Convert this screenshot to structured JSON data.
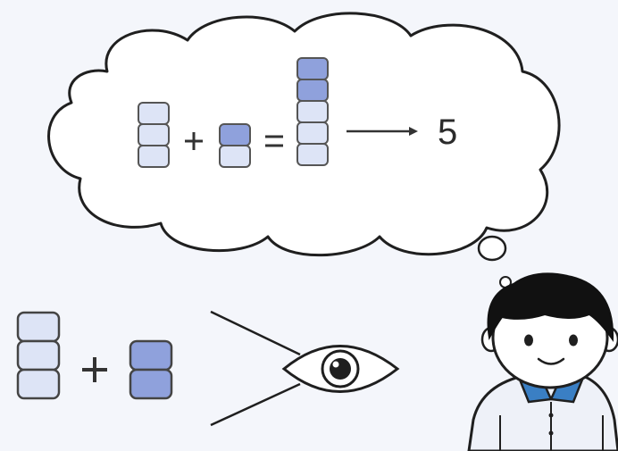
{
  "thought": {
    "result": "5"
  },
  "colors": {
    "background": "#f4f6fb",
    "outline": "#1f1f1f",
    "block_light": "#dde4f6",
    "block_dark": "#8fa1dc",
    "collar": "#3a7fc4",
    "shirt": "#eef1f8"
  },
  "icons": [
    "eye-icon",
    "thought-bubble",
    "person-avatar"
  ]
}
